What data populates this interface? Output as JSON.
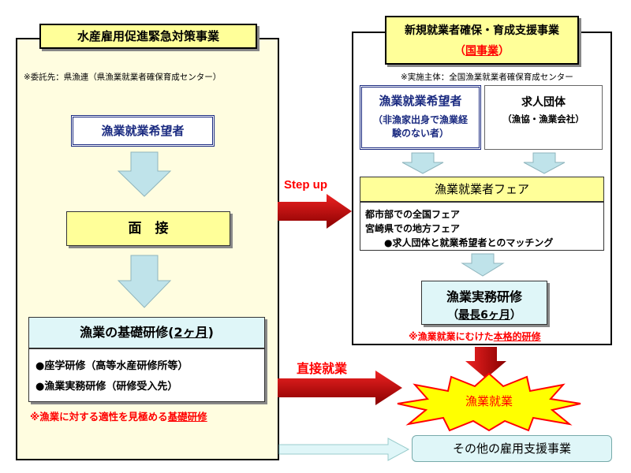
{
  "left": {
    "title": "水産雇用促進緊急対策事業",
    "subtitle": "※委託先：県漁連（県漁業就業者確保育成センター）",
    "applicant": "漁業就業希望者",
    "interview": "面　接",
    "training": {
      "title_main": "漁業の基礎研修(",
      "title_underline": "2ヶ月",
      "title_end": ")",
      "item1": "●座学研修（高等水産研修所等）",
      "item2": "●漁業実務研修（研修受入先）"
    },
    "note_pre": "※漁業に対する適性を見極める",
    "note_underline": "基礎研修"
  },
  "right": {
    "title": "新規就業者確保・育成支援事業",
    "national_prefix": "（",
    "national": "国事業",
    "national_suffix": "）",
    "implementer": "※実施主体：全国漁業就業者確保育成センター",
    "applicant_title": "漁業就業希望者",
    "applicant_sub": "（非漁家出身で漁業経験のない者）",
    "recruiter_title": "求人団体",
    "recruiter_sub": "（漁協・漁業会社）",
    "fair_title": "漁業就業者フェア",
    "fair_line1": "都市部での全国フェア",
    "fair_line2": "宮崎県での地方フェア",
    "fair_line3": "●求人団体と就業希望者とのマッチング",
    "practical_title": "漁業実務研修",
    "practical_pre": "（",
    "practical_period": "最長6ヶ月",
    "practical_post": "）",
    "note_pre": "※漁業就業にむけた",
    "note_underline": "本格的研修"
  },
  "flow": {
    "step_up": "Step up",
    "direct": "直接就業",
    "employment": "漁業就業",
    "other": "その他の雇用支援事業"
  },
  "colors": {
    "header_yellow": "#ffff99",
    "panel_cream": "#fffde0",
    "cyan": "#dff6f8",
    "arrow_red": "#cc0000",
    "note_red": "#ff0000",
    "navy_text": "#1a2a80"
  }
}
